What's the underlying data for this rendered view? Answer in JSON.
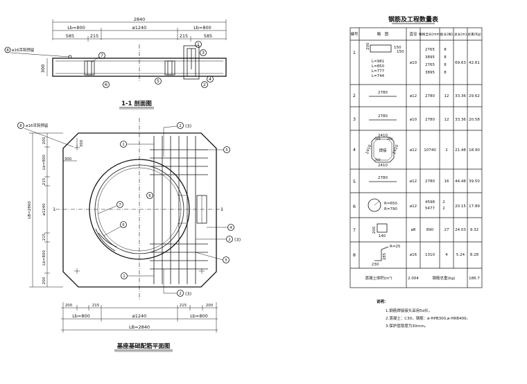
{
  "section_view": {
    "title": "1-1 剖面图",
    "dim_total": "2840",
    "dim_lb_left": "Lb=800",
    "dim_phi": "ø1240",
    "dim_lb_right": "Lb=800",
    "dim_585_left": "585",
    "dim_215_left": "215",
    "dim_215_right": "215",
    "dim_585_right": "585",
    "dim_height": "300",
    "hook_note": "ø16吊钩预留",
    "bubbles": {
      "b1": "1",
      "b3": "3",
      "b4": "4",
      "b2": "2",
      "b5": "5",
      "b6": "6",
      "b7": "7",
      "b8": "8"
    }
  },
  "plan_view": {
    "title": "基座基础配筋平面图",
    "hook_note": "ø16吊钩预留",
    "dim_300a": "300",
    "dim_300b": "300",
    "dim_200_top": "200",
    "dim_lb_top_v": "Lb=800",
    "dim_215_v_top": "215",
    "dim_phi_v": "ø1240",
    "dim_lb_total_v": "LB=2860",
    "dim_215_v_bot": "215",
    "dim_lb_bot_v": "Lb=800",
    "dim_200_bot_v": "200",
    "dim_200_left": "200",
    "dim_215_left": "215",
    "dim_215_right": "215",
    "dim_200_right": "200",
    "dim_lb_left": "Lb=800",
    "dim_phi": "ø1240",
    "dim_lb_right": "Lb=800",
    "dim_lb_total": "LB=2840",
    "label_23_top": "(3)",
    "label_23_mid": "(3)",
    "label_23_bot": "(3)",
    "section_mark": "1",
    "bubbles": {
      "b1": "1",
      "b2": "2",
      "b4": "4",
      "b5": "5",
      "b6": "6",
      "b7": "7",
      "b8": "8"
    }
  },
  "rebar_table": {
    "title": "钢筋及工程数量表",
    "headers": [
      "编号",
      "略　图",
      "直径",
      "每根全长(mm)",
      "总长(根)",
      "总长(m)",
      "总重(Kg)"
    ],
    "rows": [
      {
        "no": "1",
        "dia": "ø10",
        "lengths": [
          "2765",
          "3895",
          "2765",
          "3895"
        ],
        "counts": [
          "8",
          "8",
          "8",
          "8"
        ],
        "total_m": "69.63",
        "weight": "42.61",
        "sketch": [
          "200",
          "150",
          "150",
          "L=981",
          "L=850",
          "L=777",
          "L=744"
        ]
      },
      {
        "no": "2",
        "dia": "ø12",
        "lengths": [
          "2780"
        ],
        "counts": [
          "12"
        ],
        "total_m": "33.36",
        "weight": "29.62",
        "sketch": [
          "2780"
        ]
      },
      {
        "no": "3",
        "dia": "ø10",
        "lengths": [
          "2780"
        ],
        "counts": [
          "12"
        ],
        "total_m": "33.36",
        "weight": "20.58",
        "sketch": [
          "2780"
        ]
      },
      {
        "no": "4",
        "dia": "ø12",
        "lengths": [
          "10740"
        ],
        "counts": [
          "2"
        ],
        "total_m": "21.48",
        "weight": "18.90",
        "sketch": [
          "2410",
          "2410",
          "2410",
          "2410",
          "360",
          "360",
          "360",
          "焊接"
        ]
      },
      {
        "no": "5",
        "dia": "ø12",
        "lengths": [
          "2780"
        ],
        "counts": [
          "16"
        ],
        "total_m": "44.48",
        "weight": "39.50",
        "sketch": [
          "2780"
        ]
      },
      {
        "no": "6",
        "dia": "ø12",
        "lengths": [
          "4598",
          "5477"
        ],
        "counts": [
          "2",
          "2"
        ],
        "total_m": "20.15",
        "weight": "17.89",
        "sketch": [
          "R=650",
          "R=790"
        ]
      },
      {
        "no": "7",
        "dia": "ø8",
        "lengths": [
          "890"
        ],
        "counts": [
          "27"
        ],
        "total_m": "24.03",
        "weight": "9.32",
        "sketch": [
          "200",
          "140"
        ]
      },
      {
        "no": "8",
        "dia": "ø16",
        "lengths": [
          "1310"
        ],
        "counts": [
          "4"
        ],
        "total_m": "5.24",
        "weight": "8.28",
        "sketch": [
          "R=25",
          "285",
          "230"
        ]
      }
    ],
    "footer_label": "混凝土体积(m³)",
    "footer_volume": "2.004",
    "footer_weight_label": "钢筋总重(kg)",
    "footer_weight": "186.7"
  },
  "notes": {
    "heading": "说明：",
    "items": [
      "1.钢筋焊接接头采用5d长。",
      "2.混凝土：C30，钢筋：ø-HPB300,ø-HRB400。",
      "3.保护层厚度为30mm。"
    ]
  }
}
